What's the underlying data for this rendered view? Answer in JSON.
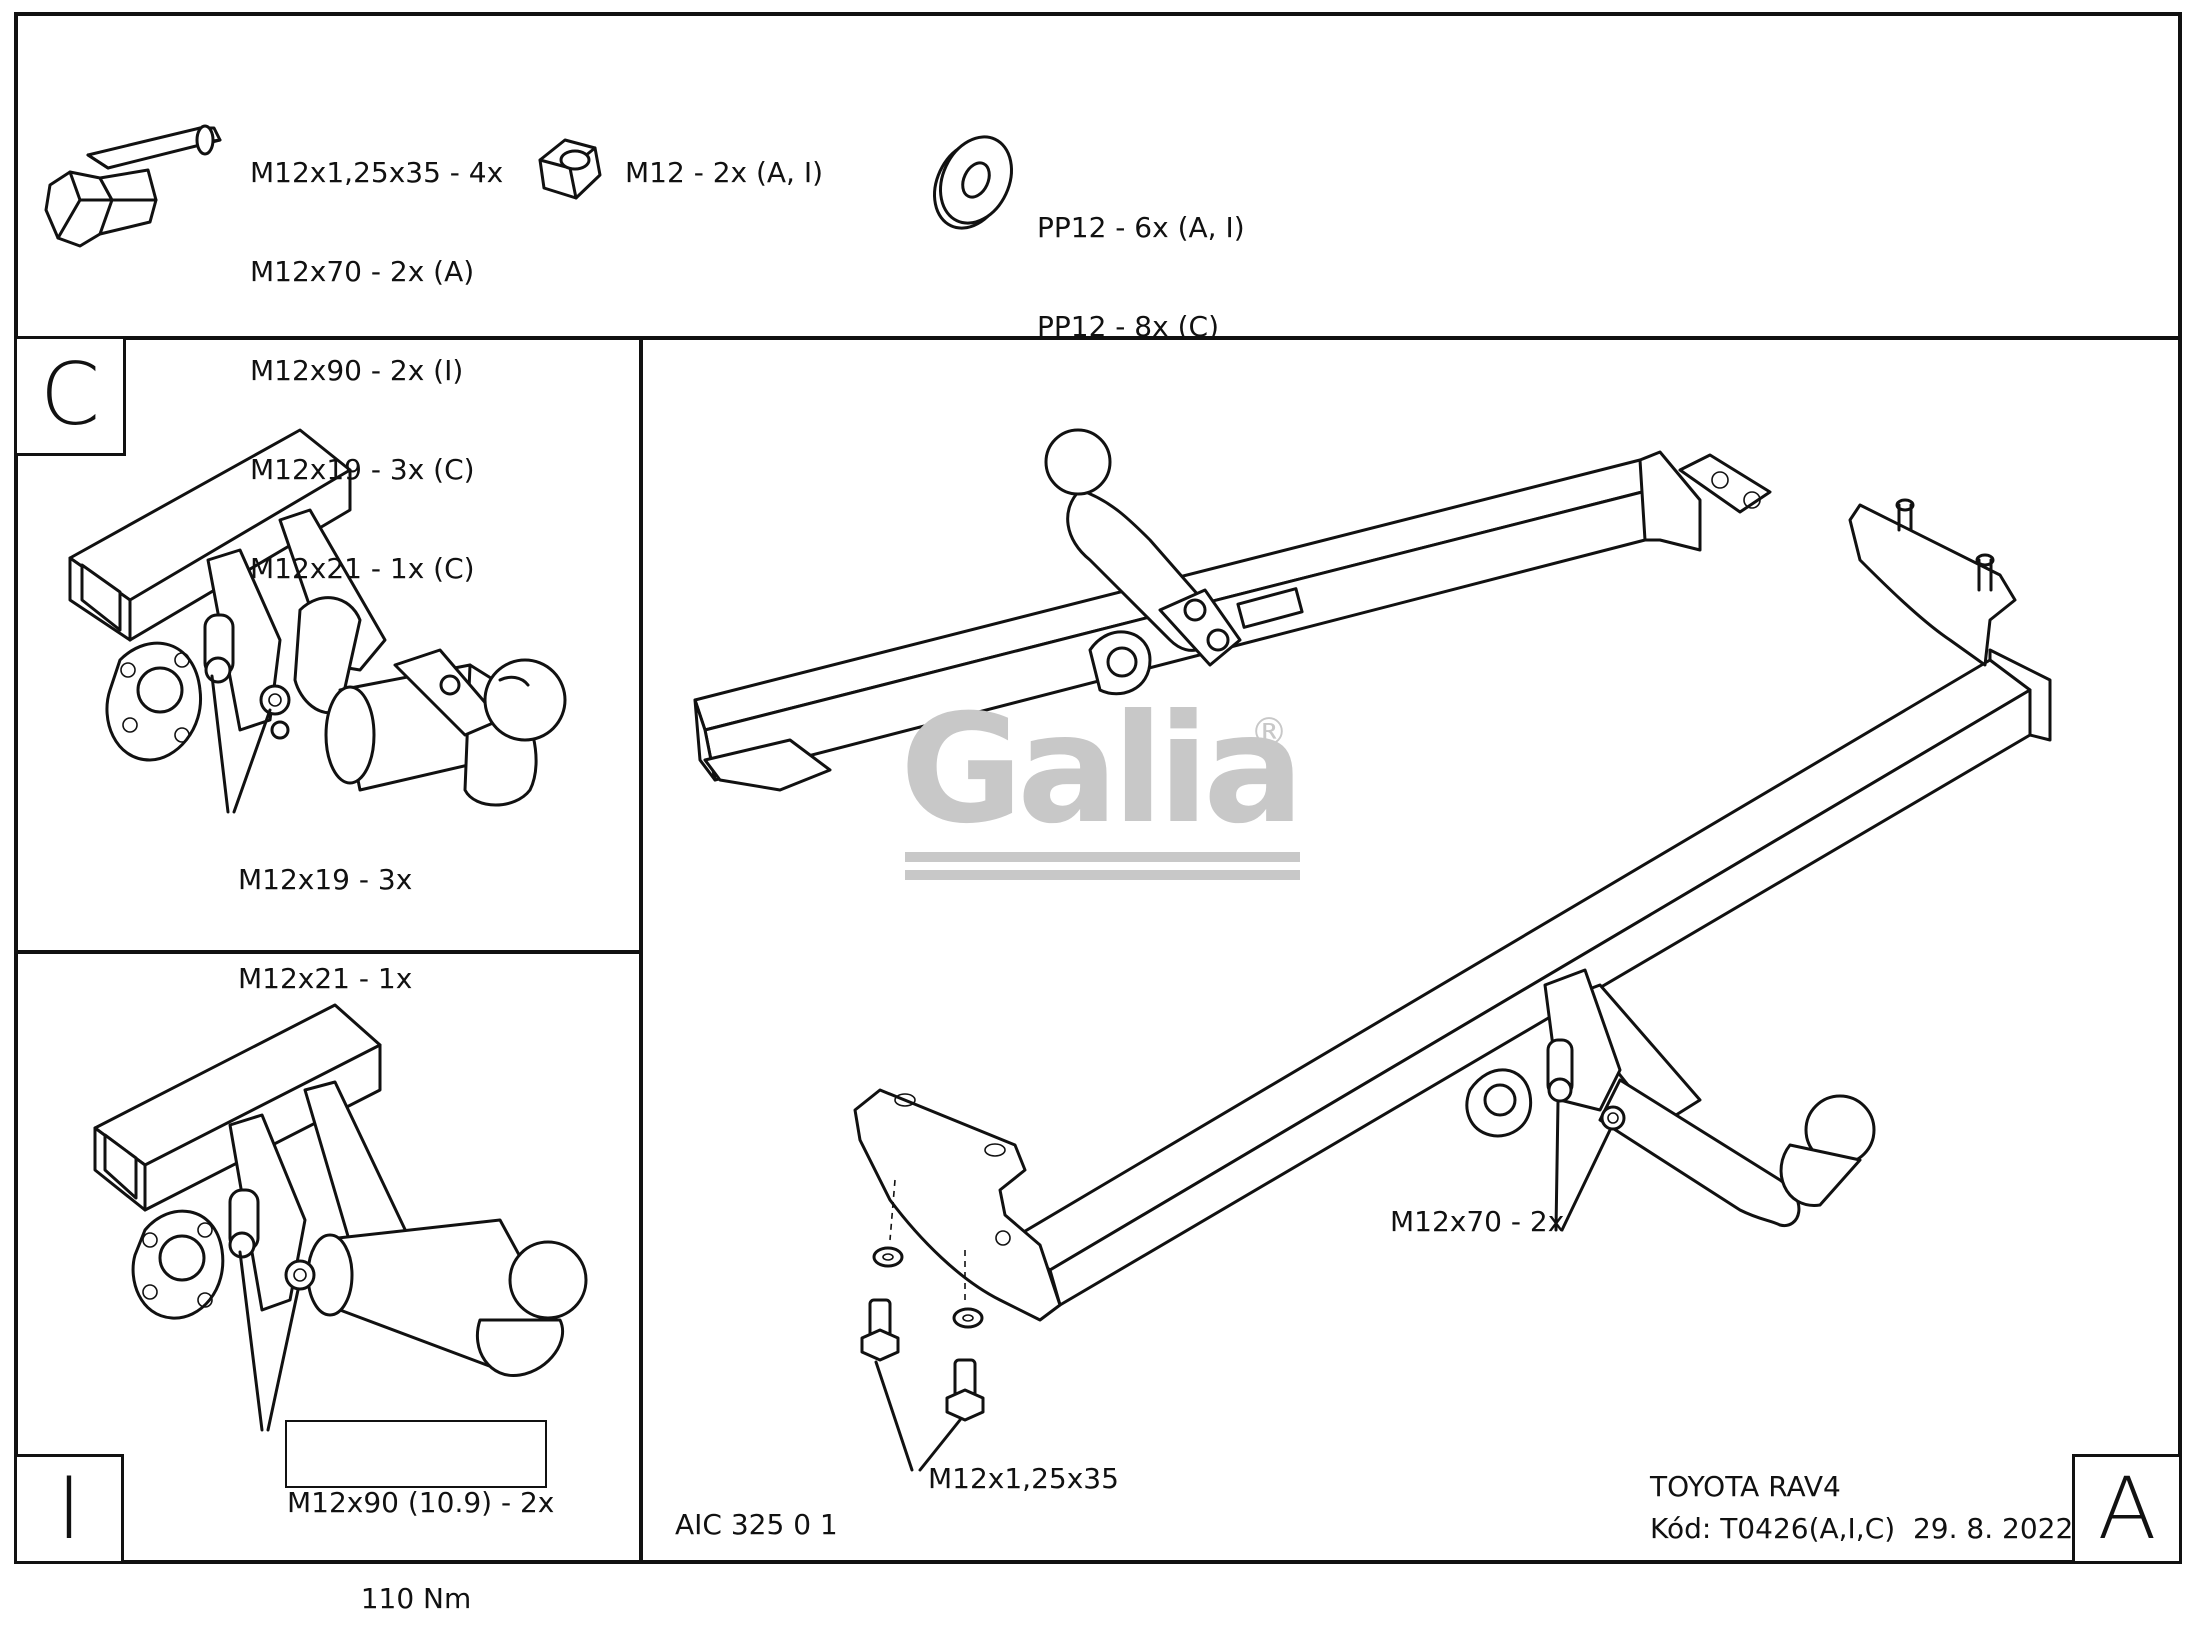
{
  "parts": {
    "bolt_specs": [
      "M12x1,25x35 - 4x",
      "M12x70 - 2x (A)",
      "M12x90 - 2x (I)",
      "M12x19 - 3x (C)",
      "M12x21 - 1x (C)"
    ],
    "nut_spec": "M12 - 2x (A, I)",
    "washer_specs": [
      "PP12 - 6x (A, I)",
      "PP12 - 8x (C)"
    ]
  },
  "panels": {
    "c": {
      "letter": "C",
      "labels": [
        "M12x19 - 3x",
        "M12x21 - 1x"
      ]
    },
    "i": {
      "letter": "I",
      "boxed_label": [
        "M12x90 (10.9) - 2x",
        "110 Nm"
      ]
    },
    "a": {
      "letter": "A",
      "bolt_label_side": "M12x70 - 2x",
      "bolt_label_bottom": "M12x1,25x35"
    }
  },
  "logo": {
    "text": "Galia",
    "mark": "®"
  },
  "footer": {
    "drawing_no": "AIC 325 0 1",
    "vehicle": "TOYOTA RAV4",
    "code": "Kód: T0426(A,I,C)  29. 8. 2022"
  },
  "colors": {
    "line": "#111111",
    "logo_gray": "#c8c8c8",
    "background": "#ffffff"
  }
}
